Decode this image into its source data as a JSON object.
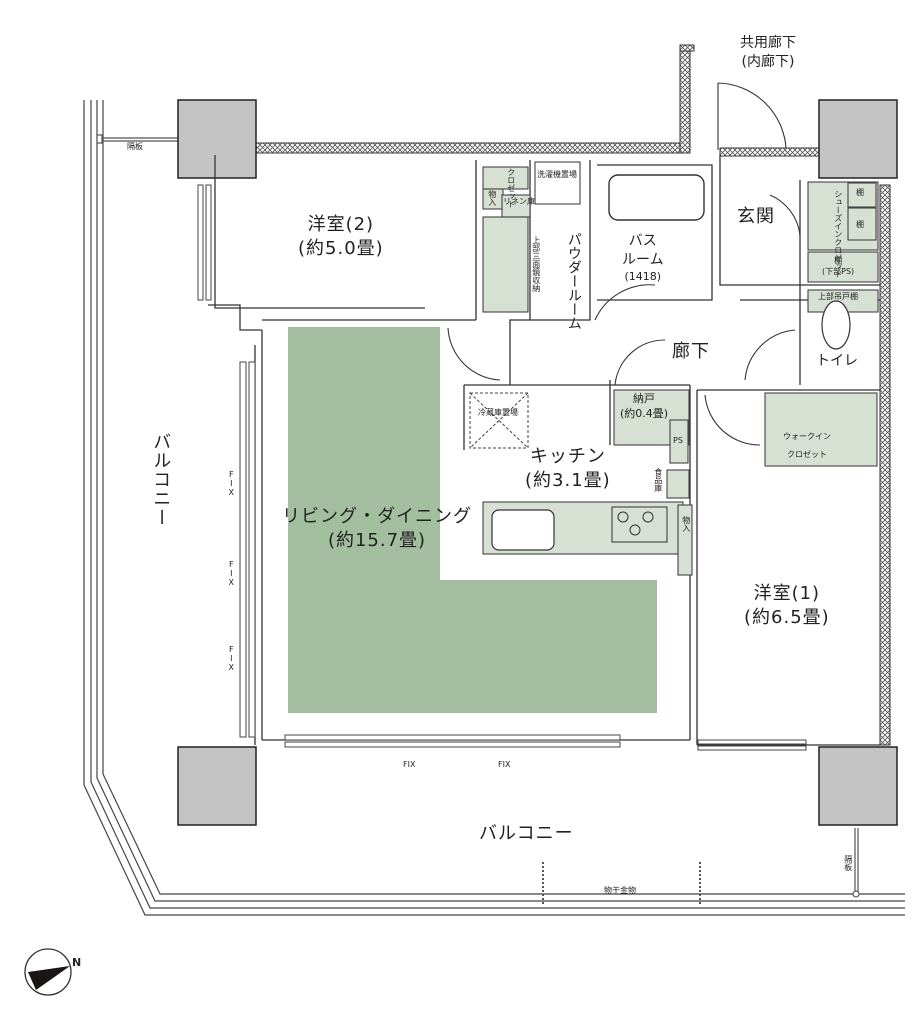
{
  "colors": {
    "living_fill": "#a3bd9f",
    "storage_fill": "#d6e1d3",
    "column_fill": "#c4c4c4",
    "wall_line": "#333333"
  },
  "common_corridor": {
    "line1": "共用廊下",
    "line2": "(内廊下)"
  },
  "rooms": {
    "western2": {
      "name": "洋室(2)",
      "size": "(約5.0畳)"
    },
    "living": {
      "name": "リビング・ダイニング",
      "size": "(約15.7畳)"
    },
    "kitchen": {
      "name": "キッチン",
      "size": "(約3.1畳)"
    },
    "western1": {
      "name": "洋室(1)",
      "size": "(約6.5畳)"
    },
    "powder": {
      "name": "パウダールーム"
    },
    "bath": {
      "line1": "バス",
      "line2": "ルーム",
      "code": "(1418)"
    },
    "entrance": {
      "name": "玄関"
    },
    "hallway": {
      "name": "廊下"
    },
    "toilet": {
      "name": "トイレ"
    },
    "storage_closet": {
      "name": "納戸",
      "size": "(約0.4畳)"
    },
    "walkin": {
      "line1": "ウォークイン",
      "line2": "クロゼット"
    },
    "shoes_in": {
      "name": "シューズインクロゼット"
    }
  },
  "small_labels": {
    "closet": "クロゼット",
    "storage_a": "物入",
    "linen": "リネン庫",
    "laundry": "洗濯機置場",
    "upper_mirror": "上部三面鏡収納",
    "shelf": "棚",
    "shelf_ps": "棚",
    "shelf_ps_sub": "(下部PS)",
    "upper_shelf": "上部吊戸棚",
    "fridge": "冷蔵庫置場",
    "ps": "PS",
    "pantry": "食品庫",
    "storage_b": "物入",
    "partition": "隔板",
    "clothes_hanger": "物干金物",
    "fix": "FIX"
  },
  "balcony": {
    "west": "バルコニー",
    "south": "バルコニー"
  },
  "compass": {
    "north_label": "N"
  }
}
